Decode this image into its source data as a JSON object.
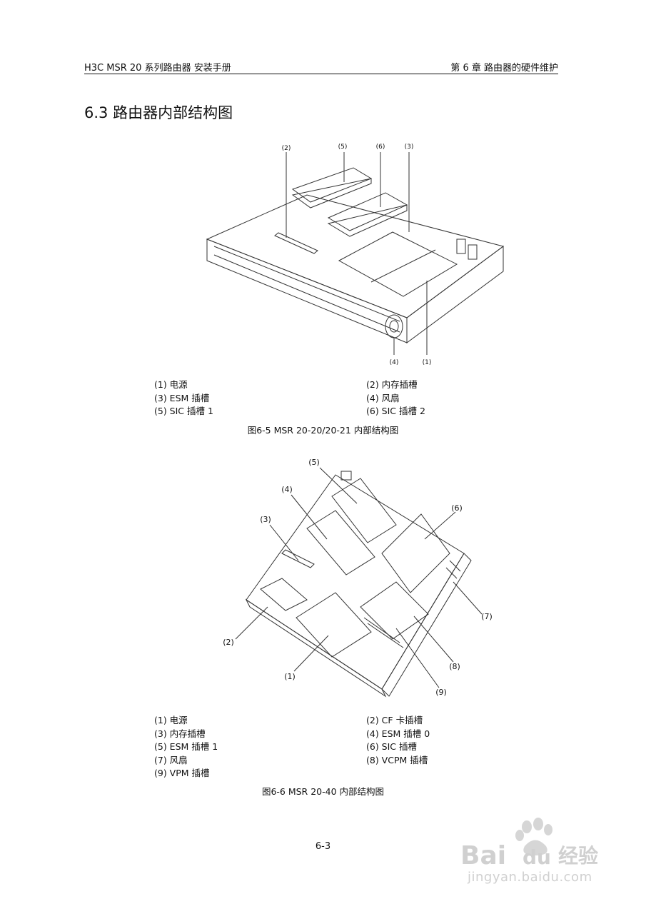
{
  "header": {
    "left": "H3C MSR 20 系列路由器  安装手册",
    "right": "第 6 章  路由器的硬件维护"
  },
  "section_title": "6.3  路由器内部结构图",
  "figure1": {
    "callouts": [
      "(2)",
      "(5)",
      "(6)",
      "(3)",
      "(4)",
      "(1)"
    ],
    "legend": [
      "(1) 电源",
      "(2) 内存插槽",
      "(3) ESM 插槽",
      "(4) 风扇",
      "(5) SIC 插槽 1",
      "(6) SIC 插槽 2"
    ],
    "caption": "图6-5  MSR 20-20/20-21 内部结构图"
  },
  "figure2": {
    "callouts": [
      "(5)",
      "(4)",
      "(3)",
      "(6)",
      "(2)",
      "(7)",
      "(8)",
      "(1)",
      "(9)"
    ],
    "legend": [
      "(1) 电源",
      "(2) CF 卡插槽",
      "(3) 内存插槽",
      "(4) ESM 插槽 0",
      "(5) ESM 插槽 1",
      "(6) SIC 插槽",
      "(7) 风扇",
      "(8) VCPM 插槽",
      "(9) VPM 插槽"
    ],
    "caption": "图6-6  MSR 20-40 内部结构图"
  },
  "page_number": "6-3",
  "watermark": {
    "brand": "Bai du 经验",
    "url": "jingyan.baidu.com"
  }
}
